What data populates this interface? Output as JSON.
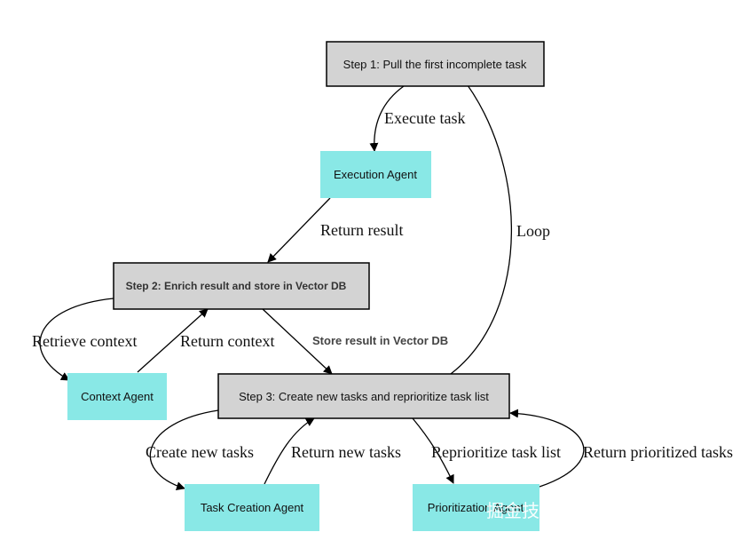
{
  "nodes": {
    "step1": "Step 1: Pull the first incomplete task",
    "execution": "Execution Agent",
    "step2": "Step 2: Enrich result and store in Vector DB",
    "context": "Context Agent",
    "step3": "Step 3: Create new tasks and reprioritize task list",
    "taskcreation": "Task Creation Agent",
    "prioritization": "Prioritization Agent"
  },
  "edges": {
    "execute_task": "Execute task",
    "return_result": "Return result",
    "loop": "Loop",
    "retrieve_context": "Retrieve context",
    "return_context": "Return context",
    "store_result": "Store result in Vector DB",
    "create_new_tasks": "Create new tasks",
    "return_new_tasks": "Return new tasks",
    "reprioritize": "Reprioritize task list",
    "return_prioritized": "Return prioritized tasks"
  },
  "watermark": "掘金技术社区 @ 篱也不篱",
  "colors": {
    "process_fill": "#d3d3d3",
    "agent_fill": "#89e8e6",
    "edge": "#000000"
  }
}
